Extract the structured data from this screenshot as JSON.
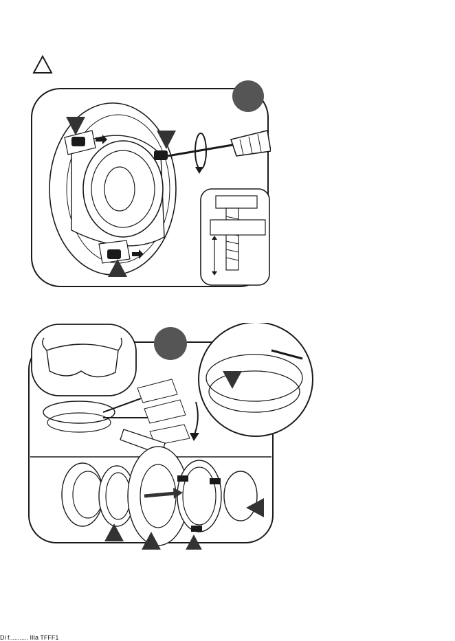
{
  "page": {
    "warning_icon": "warning-triangle-icon",
    "steps": [
      {
        "badge_color": "#555555",
        "panel": "panel-1-remove-mounting-assembly"
      },
      {
        "badge_color": "#555555",
        "panel": "panel-2-disassemble-mount"
      }
    ],
    "colors": {
      "ink": "#1a1a1a",
      "badge": "#555555",
      "callout": "#333333",
      "paper": "#ffffff"
    },
    "footer": {
      "text": "Di f........... IIIa TFFF1"
    }
  }
}
